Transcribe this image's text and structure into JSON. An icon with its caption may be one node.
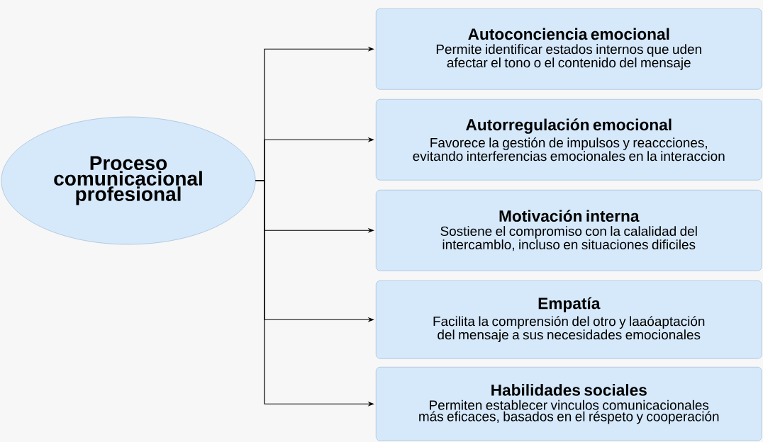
{
  "diagram": {
    "nodes": [
      {
        "text": [
          "Proceso comunicacional profesional"
        ]
      },
      {
        "text": [
          "Autoconciencia emocional",
          "Permite identificar estados internos que uden afectar el tono o el contenido del mensaje"
        ]
      },
      {
        "text": [
          "Autorregulación emocional",
          "Favorece la gestión de impulsos y reaccciones, evitando interferencias emocionales en la interaccion"
        ]
      },
      {
        "text": [
          "Motivación interna",
          "Sostiene el compromiso con la calalidad del intercamblo, incluso en situaciones dificiles"
        ]
      },
      {
        "text": [
          "Empatía",
          "Facilita la comprensión del otro y laaóaptación del mensaje a sus necesidades emocionales"
        ]
      },
      {
        "text": [
          "Habilidades sociales",
          "Permiten establecer vinculos comunicacionales más eficaces, basados en el réspeto y cooperación"
        ]
      }
    ],
    "edges": [
      {
        "from": 0,
        "to": 1,
        "arrow": "to"
      },
      {
        "from": 0,
        "to": 2,
        "arrow": "to"
      },
      {
        "from": 0,
        "to": 3,
        "arrow": "to"
      },
      {
        "from": 0,
        "to": 4,
        "arrow": "to"
      },
      {
        "from": 0,
        "to": 5,
        "arrow": "to"
      }
    ]
  }
}
